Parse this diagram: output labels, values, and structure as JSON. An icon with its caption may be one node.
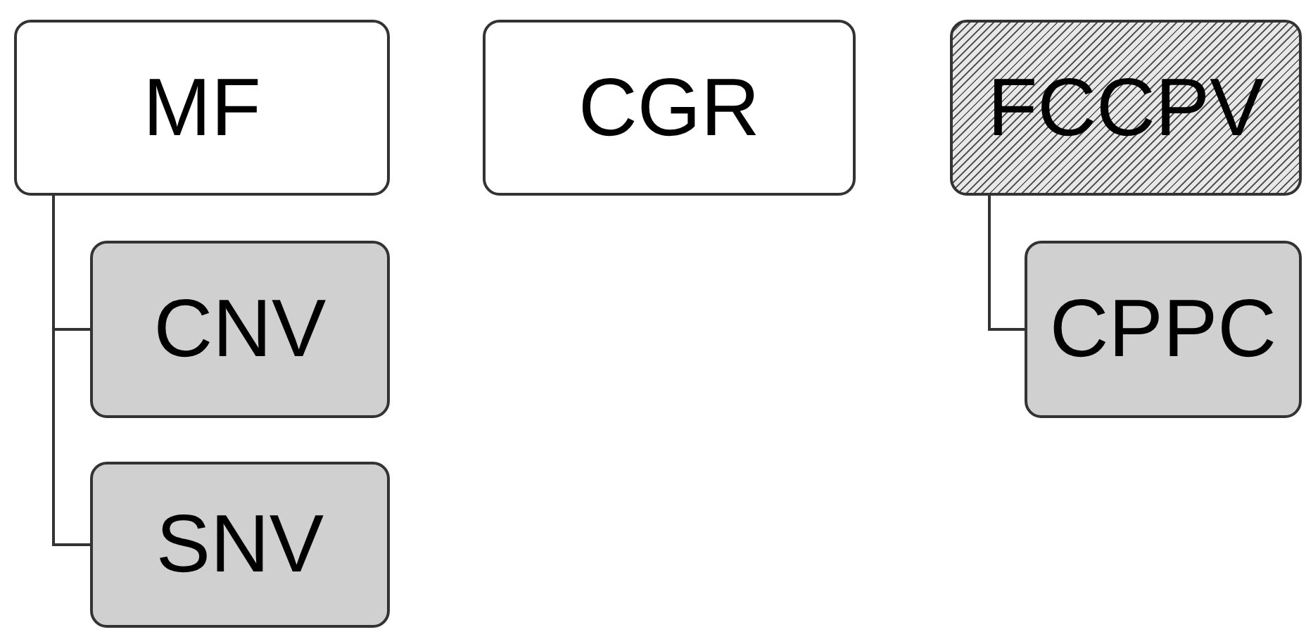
{
  "diagram": {
    "nodes": [
      {
        "text": [
          "MF"
        ]
      },
      {
        "text": [
          "CGR"
        ]
      },
      {
        "text": [
          "FCCPV"
        ]
      },
      {
        "text": [
          "CNV"
        ]
      },
      {
        "text": [
          "SNV"
        ]
      },
      {
        "text": [
          "CPPC"
        ]
      }
    ],
    "edges": [
      {
        "from": 0,
        "to": 3,
        "arrow": "none"
      },
      {
        "from": 0,
        "to": 4,
        "arrow": "none"
      },
      {
        "from": 2,
        "to": 5,
        "arrow": "none"
      }
    ]
  }
}
